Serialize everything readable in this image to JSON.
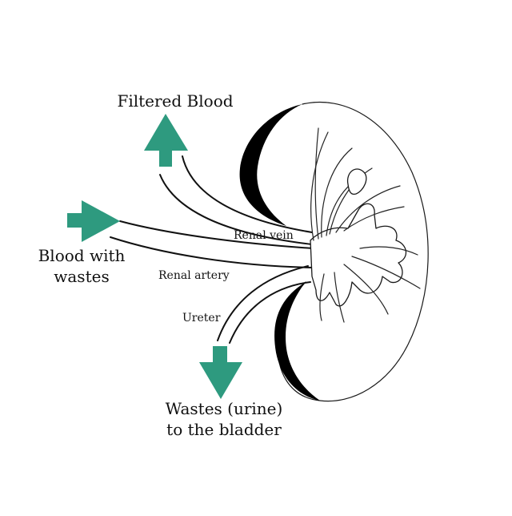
{
  "colors": {
    "arrow": "#2e9a7f",
    "ink": "#111111",
    "background": "#ffffff"
  },
  "labels": {
    "filtered_blood": "Filtered Blood",
    "blood_with_wastes_line1": "Blood with",
    "blood_with_wastes_line2": "wastes",
    "renal_vein": "Renal vein",
    "renal_artery": "Renal artery",
    "ureter": "Ureter",
    "wastes_line1": "Wastes (urine)",
    "wastes_line2": "to the bladder"
  },
  "icons": {
    "arrow_up": "arrow-up-icon",
    "arrow_right": "arrow-right-icon",
    "arrow_down": "arrow-down-icon"
  }
}
